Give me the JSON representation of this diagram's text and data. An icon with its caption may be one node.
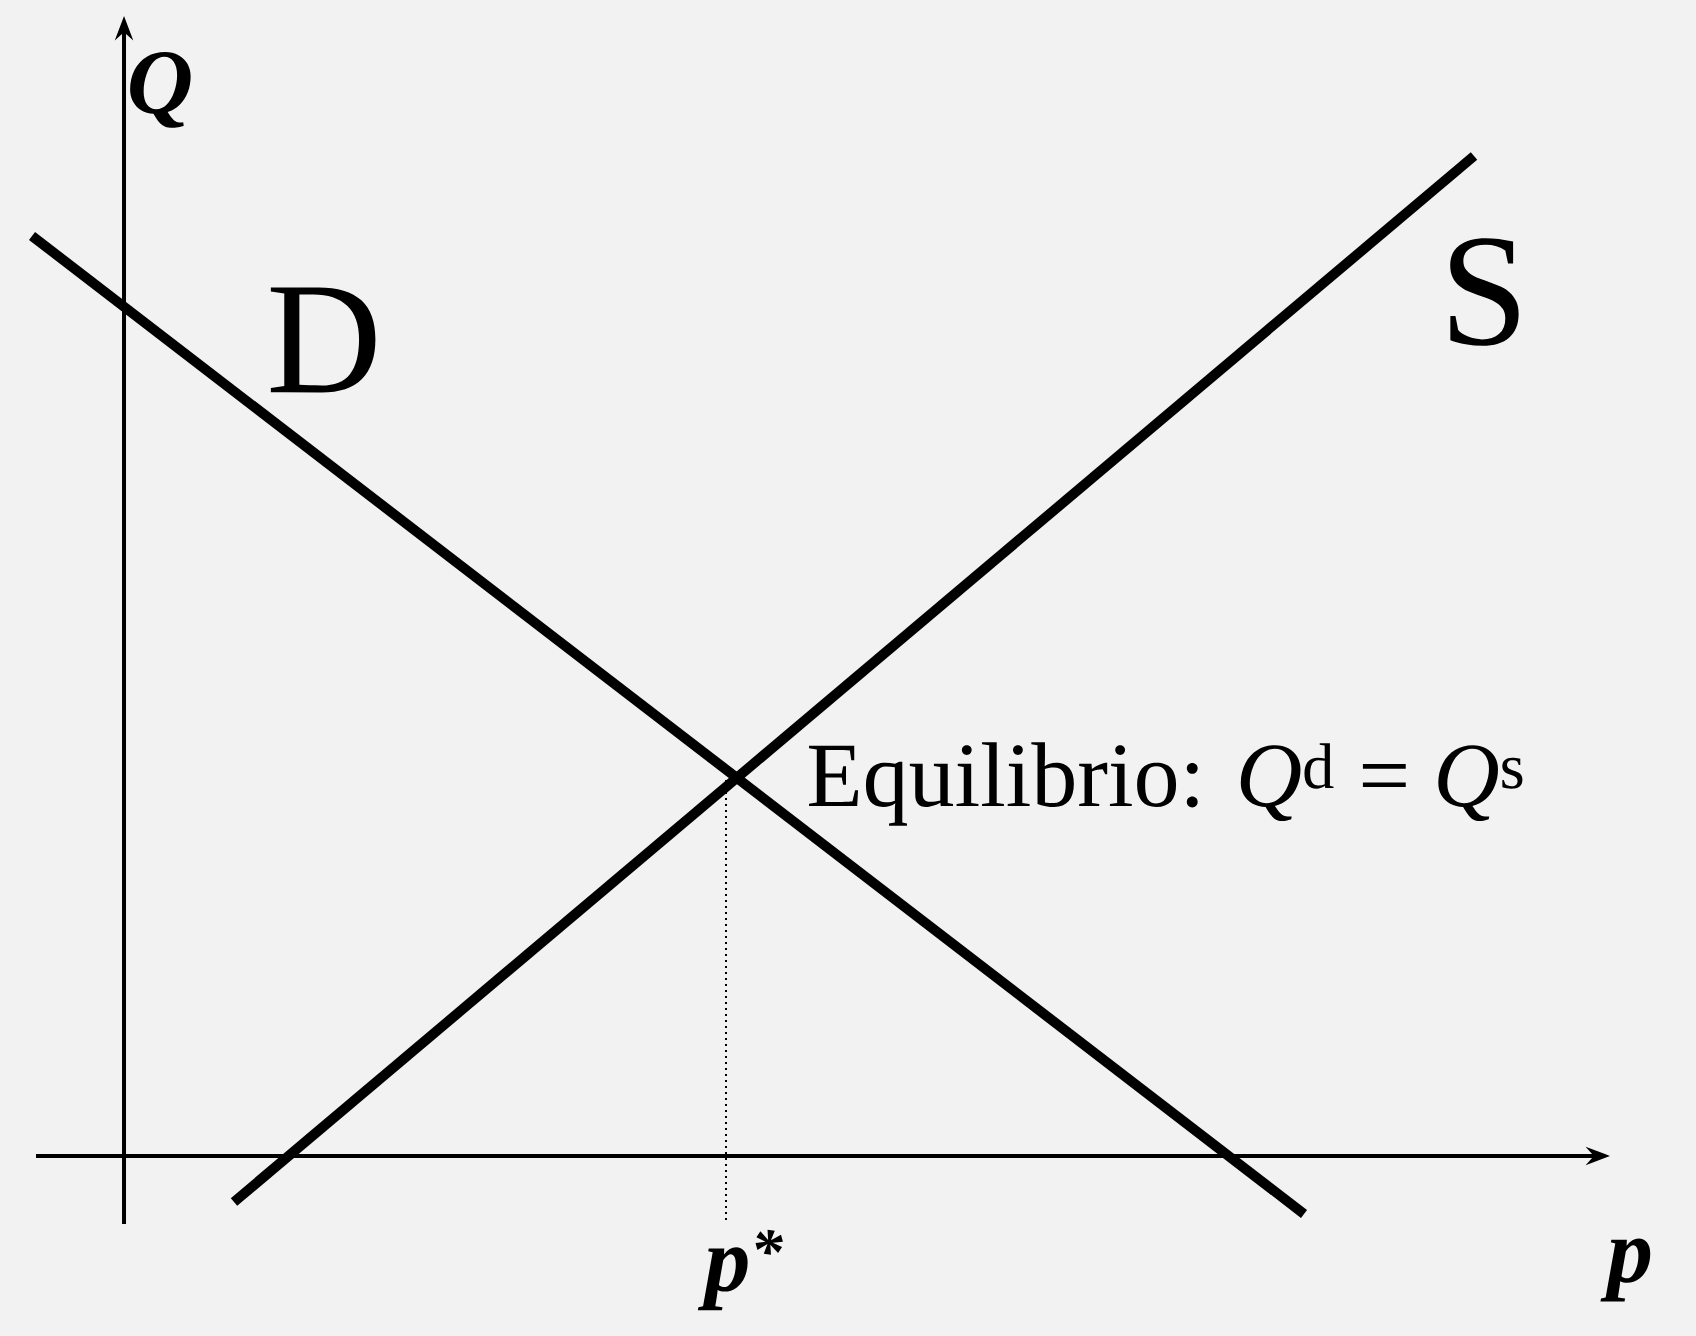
{
  "diagram": {
    "labels": [
      "Q",
      "D",
      "S",
      "Equilibrio: *Q*$^{d}$  = *Q*$^{s}$",
      "p$^{*}$",
      "p"
    ]
  }
}
